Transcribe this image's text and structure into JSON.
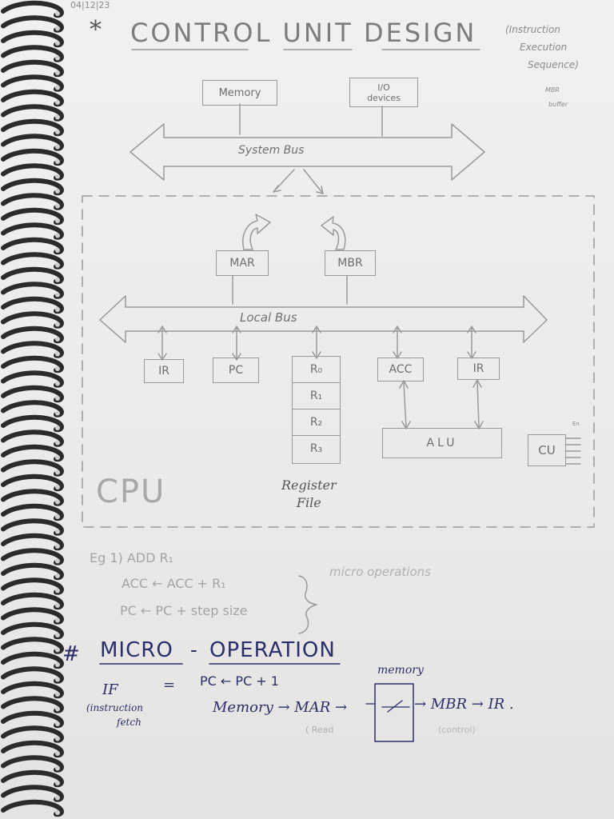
{
  "header": {
    "date": "04|12|23",
    "star": "*",
    "title": "CONTROL UNIT DESIGN",
    "subtitle_lines": [
      "(Instruction",
      "Execution",
      "Sequence)"
    ],
    "side_note_lines": [
      "MBR",
      "buffer"
    ]
  },
  "diagram": {
    "memory": "Memory",
    "io_lines": [
      "I/O",
      "devices"
    ],
    "system_bus": "System Bus",
    "mar": "MAR",
    "mbr": "MBR",
    "local_bus": "Local Bus",
    "reg_ir_left": "IR",
    "reg_pc": "PC",
    "register_file_cells": [
      "R₀",
      "R₁",
      "R₂",
      "R₃"
    ],
    "reg_acc": "ACC",
    "reg_ir_right": "IR",
    "alu": "ALU",
    "cu": "CU",
    "cu_side": "En",
    "cpu_label": "CPU",
    "register_file_label_lines": [
      "Register",
      "File"
    ]
  },
  "example": {
    "line1": "Eg 1) ADD R₁",
    "line2": "ACC ← ACC + R₁",
    "line3": "PC ← PC + step size",
    "brace_note": "micro operations"
  },
  "micro_operation": {
    "hash": "#",
    "heading_part1": "MICRO",
    "dash": "-",
    "heading_part2": "OPERATION",
    "if_label": "IF",
    "equals": "=",
    "if_sub_lines": [
      "(instruction",
      "fetch"
    ],
    "pc_update": "PC ← PC + 1",
    "memory_label": "memory",
    "flow_left": "Memory → MAR →",
    "flow_right": "→ MBR → IR .",
    "read_note": "( Read",
    "control_note": "(control)"
  },
  "colors": {
    "pencil": "#8b8b8b",
    "ink": "#2a2f6b",
    "paper": "#eeedeb",
    "spiral": "#2b2b2b"
  }
}
